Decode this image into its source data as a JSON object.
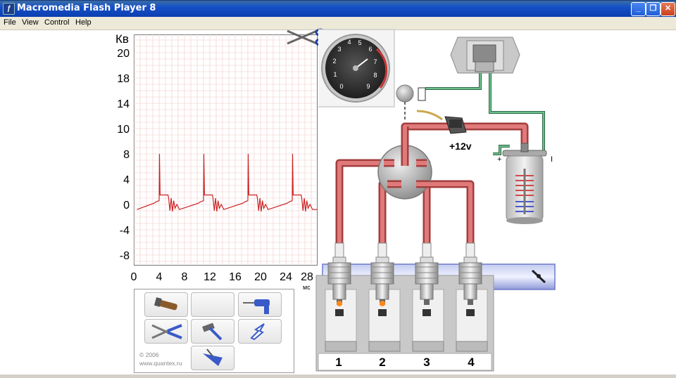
{
  "window": {
    "title": "Macromedia Flash Player 8",
    "minimize_glyph": "_",
    "restore_glyph": "❐",
    "close_glyph": "✕"
  },
  "menu": [
    "File",
    "View",
    "Control",
    "Help"
  ],
  "colors": {
    "waveform": "#cc2222",
    "ht_lead": "#d85c5c",
    "signal_wire": "#4a9a6a",
    "grid": "#f2c8c8"
  },
  "oscilloscope": {
    "y_unit": "Кв",
    "x_unit": "мс",
    "y_ticks": [
      "20",
      "18",
      "14",
      "10",
      "8",
      "4",
      "0",
      "-4",
      "-8"
    ],
    "x_ticks": [
      "0",
      "4",
      "8",
      "12",
      "16",
      "20",
      "24",
      "28"
    ]
  },
  "chart_data": {
    "type": "line",
    "xlabel": "мс",
    "ylabel": "Кв",
    "xlim": [
      0,
      29
    ],
    "ylim": [
      -9,
      21
    ],
    "spark_times_ms": [
      4,
      11,
      18,
      25
    ],
    "peak_kv": 8,
    "burn_kv": 1.5,
    "baseline_kv": 0,
    "oscillation_kv": -0.8
  },
  "tachometer": {
    "labels": [
      "0",
      "1",
      "2",
      "3",
      "4",
      "5",
      "6",
      "7",
      "8",
      "9"
    ]
  },
  "engine": {
    "supply_label": "+12v",
    "coil_plus": "+",
    "coil_minus": "I",
    "cylinders": [
      "1",
      "2",
      "3",
      "4"
    ]
  },
  "toolbox": {
    "tools": [
      {
        "name": "spark-plug-wrench-tool"
      },
      {
        "name": "empty-tool-slot"
      },
      {
        "name": "drill-tool"
      },
      {
        "name": "pliers-tool"
      },
      {
        "name": "hammer-tool"
      },
      {
        "name": "spark-tester-tool"
      },
      {
        "name": "funnel-tool"
      }
    ],
    "copyright_year": "© 2006",
    "copyright_site": "www.quantex.ru"
  }
}
